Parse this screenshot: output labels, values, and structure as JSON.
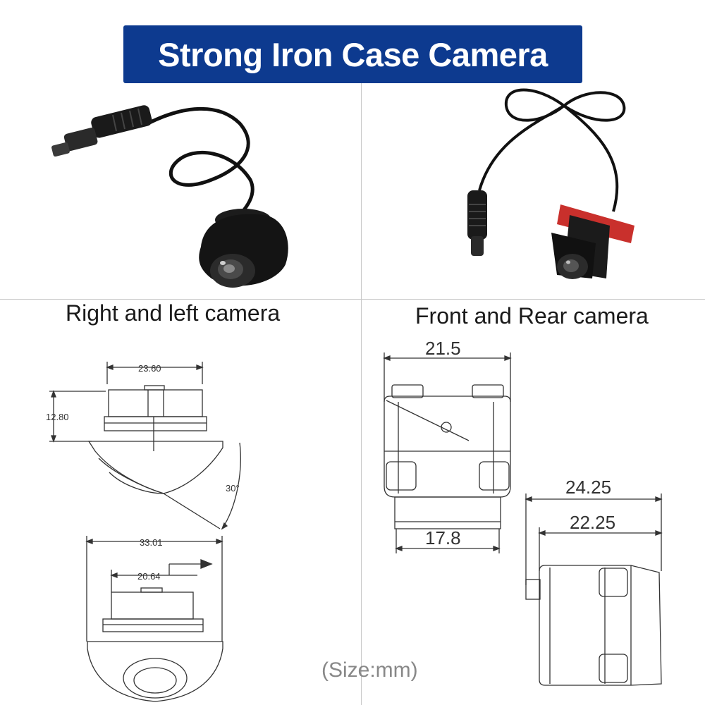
{
  "header": {
    "title": "Strong Iron Case Camera"
  },
  "captions": {
    "left": "Right and left camera",
    "right": "Front and Rear camera",
    "size_note": "(Size:mm)"
  },
  "dimensions": {
    "left": {
      "top_width": "23.60",
      "height": "12.80",
      "angle": "30°",
      "base_width": "33.01",
      "inner_width": "20.64"
    },
    "right": {
      "front_width": "21.5",
      "front_bottom": "17.8",
      "side_outer": "24.25",
      "side_inner": "22.25"
    }
  },
  "colors": {
    "banner": "#0d3a8f",
    "banner_text": "#ffffff",
    "divider": "#c8c8c8"
  }
}
